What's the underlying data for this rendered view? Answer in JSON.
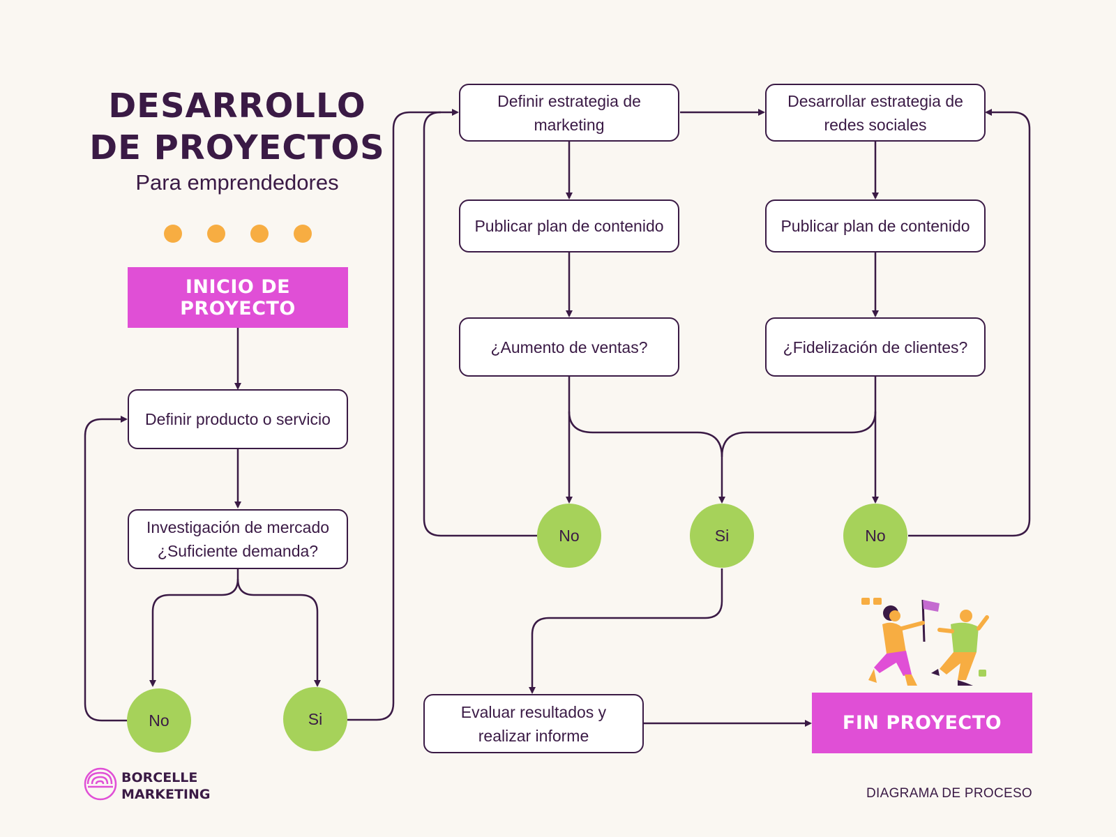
{
  "header": {
    "title_line1": "DESARROLLO",
    "title_line2": "DE PROYECTOS",
    "subtitle": "Para emprendedores"
  },
  "colors": {
    "ink": "#3a1a45",
    "magenta": "#e04fd6",
    "green": "#a6d25a",
    "orange": "#f7ad42",
    "background": "#faf7f2"
  },
  "nodes": {
    "start": "INICIO DE PROYECTO",
    "define_product": "Definir producto o servicio",
    "market_research_line1": "Investigación de mercado",
    "market_research_line2": "¿Suficiente demanda?",
    "marketing_strategy_line1": "Definir estrategia de",
    "marketing_strategy_line2": "marketing",
    "social_strategy_line1": "Desarrollar estrategia de",
    "social_strategy_line2": "redes sociales",
    "publish_plan_left": "Publicar plan de contenido",
    "publish_plan_right": "Publicar plan de contenido",
    "sales_question": "¿Aumento de ventas?",
    "loyalty_question": "¿Fidelización de clientes?",
    "evaluate_line1": "Evaluar resultados y",
    "evaluate_line2": "realizar informe",
    "end": "FIN PROYECTO"
  },
  "decisions": {
    "no_bottom": "No",
    "si_bottom": "Si",
    "no_top_left": "No",
    "si_top_middle": "Si",
    "no_top_right": "No"
  },
  "logo": {
    "line1": "BORCELLE",
    "line2": "MARKETING"
  },
  "footer": {
    "label": "DIAGRAMA DE PROCESO"
  },
  "icons": [
    "dot-decoration",
    "borcelle-logo-icon",
    "people-celebrating-illustration",
    "arrow-head"
  ]
}
